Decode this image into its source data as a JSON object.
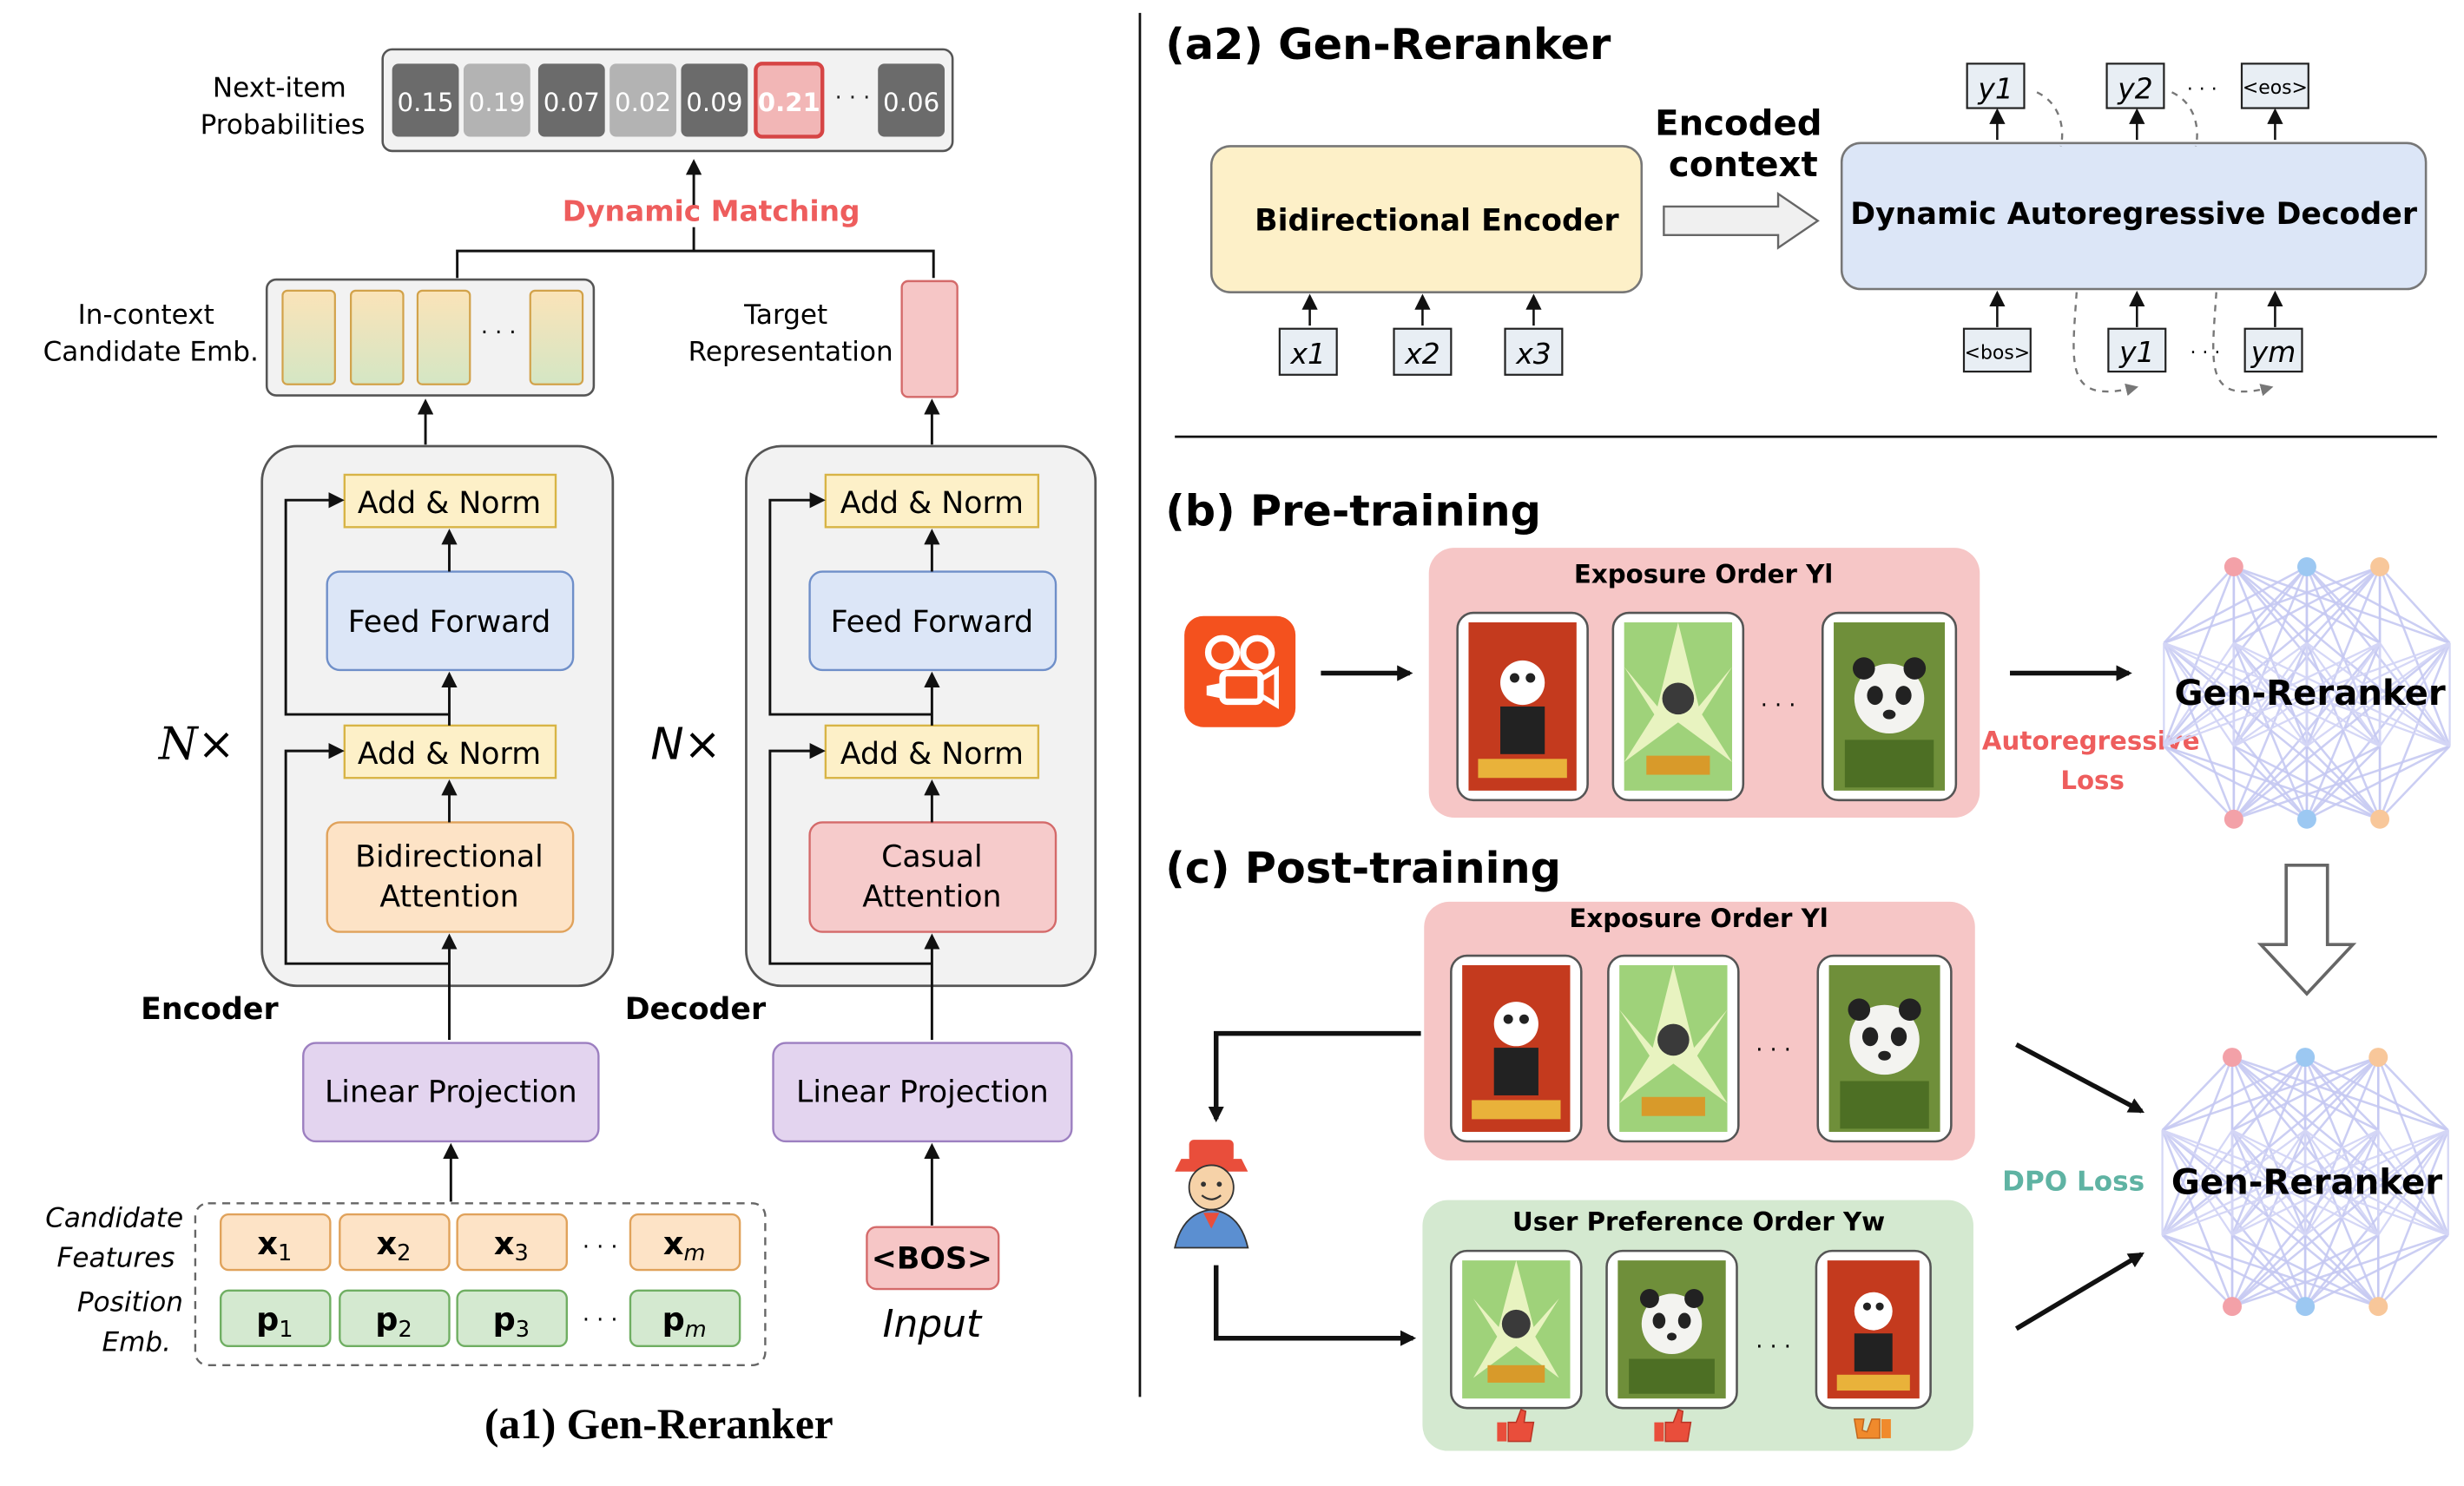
{
  "a1": {
    "title": "(a1) Gen-Reranker",
    "probs_label_line1": "Next-item",
    "probs_label_line2": "Probabilities",
    "probabilities": [
      {
        "value": "0.15",
        "color": "#6b6b6b",
        "highlight": false
      },
      {
        "value": "0.19",
        "color": "#b3b3b3",
        "highlight": false
      },
      {
        "value": "0.07",
        "color": "#6b6b6b",
        "highlight": false
      },
      {
        "value": "0.02",
        "color": "#b3b3b3",
        "highlight": false
      },
      {
        "value": "0.09",
        "color": "#6b6b6b",
        "highlight": false
      },
      {
        "value": "0.21",
        "color": "#f2b6b6",
        "highlight": true
      },
      {
        "value": "0.06",
        "color": "#6b6b6b",
        "highlight": false
      }
    ],
    "dynamic_matching": "Dynamic Matching",
    "candidate_emb_line1": "In-context",
    "candidate_emb_line2": "Candidate Emb.",
    "target_rep_line1": "Target",
    "target_rep_line2": "Representation",
    "encoder": {
      "label": "Encoder",
      "repeat": "N×",
      "add_norm_top": "Add & Norm",
      "feed_forward": "Feed Forward",
      "add_norm_bottom": "Add & Norm",
      "attention_line1": "Bidirectional",
      "attention_line2": "Attention",
      "linear_projection": "Linear Projection"
    },
    "decoder": {
      "label": "Decoder",
      "repeat": "N×",
      "add_norm_top": "Add & Norm",
      "feed_forward": "Feed Forward",
      "add_norm_bottom": "Add & Norm",
      "attention_line1": "Casual",
      "attention_line2": "Attention",
      "linear_projection": "Linear Projection"
    },
    "candidate_features_line1": "Candidate",
    "candidate_features_line2": "Features",
    "position_emb_line1": "Position",
    "position_emb_line2": "Emb.",
    "features": [
      "x1",
      "x2",
      "x3",
      "xm"
    ],
    "positions": [
      "p1",
      "p2",
      "p3",
      "pm"
    ],
    "bos": "<BOS>",
    "input_label": "Input",
    "dots": "· · ·"
  },
  "a2": {
    "title": "(a2) Gen-Reranker",
    "encoder_box": "Bidirectional Encoder",
    "encoded_context_line1": "Encoded",
    "encoded_context_line2": "context",
    "decoder_box": "Dynamic Autoregressive Decoder",
    "encoder_inputs": [
      "x1",
      "x2",
      "x3"
    ],
    "decoder_inputs": [
      "<bos>",
      "y1",
      "ym"
    ],
    "decoder_outputs": [
      "y1",
      "y2",
      "<eos>"
    ]
  },
  "b": {
    "title": "(b) Pre-training",
    "exposure_order": "Exposure Order Yl",
    "loss_line1": "Autoregressive",
    "loss_line2": "Loss",
    "model": "Gen-Reranker"
  },
  "c": {
    "title": "(c) Post-training",
    "exposure_order": "Exposure Order Yl",
    "preference_order": "User Preference Order Yw",
    "dpo_loss": "DPO Loss",
    "model": "Gen-Reranker"
  },
  "colors": {
    "accent_red": "#ee5d5d",
    "exposure_bg": "#f6c6c6",
    "preference_bg": "#d4e9d0",
    "encoder_box": "#fdf0c8",
    "decoder_box": "#dce6f7",
    "linear_proj": "#e3d4ef",
    "attention_enc": "#fde3c6",
    "attention_dec": "#f6cbcb",
    "dpo_teal": "#5fb3a3"
  }
}
